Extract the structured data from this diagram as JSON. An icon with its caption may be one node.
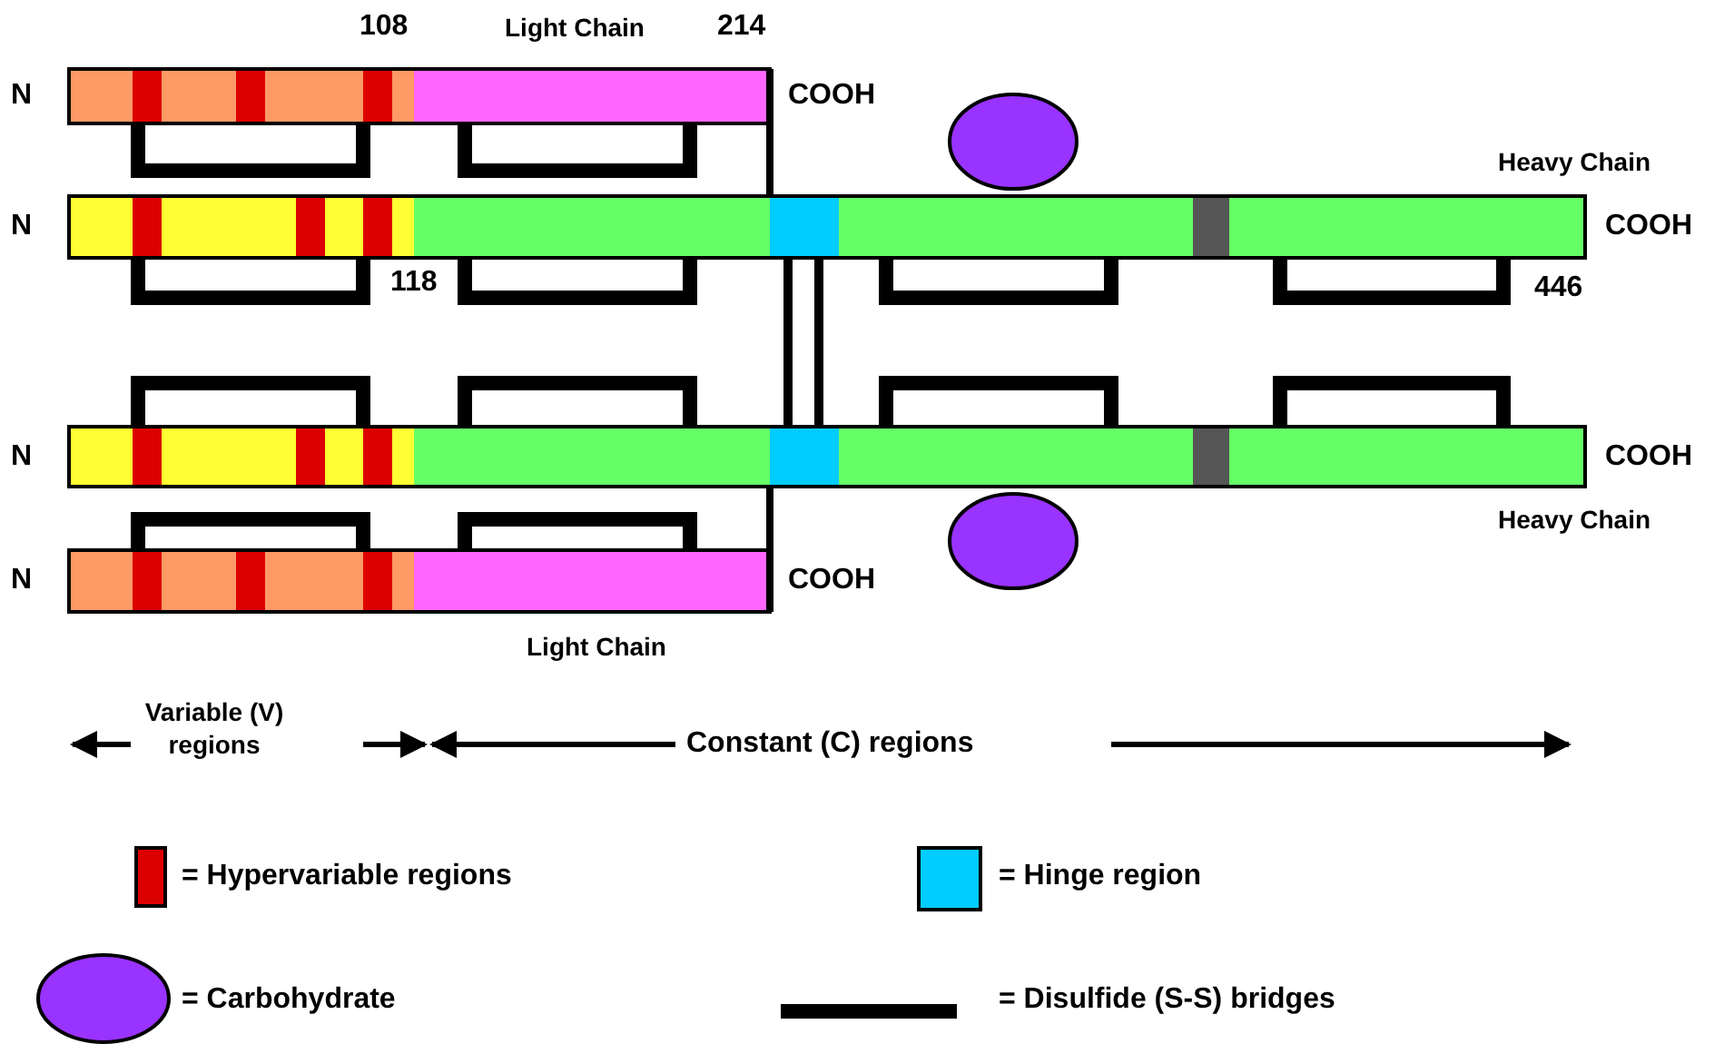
{
  "diagram": {
    "labels": [
      "108",
      "Light Chain",
      "214",
      "N",
      "COOH",
      "Heavy Chain",
      "N",
      "COOH",
      "118",
      "446",
      "N",
      "COOH",
      "Heavy Chain",
      "N",
      "COOH",
      "Light Chain",
      "Variable (V) regions",
      "Constant (C) regions"
    ],
    "legend": [
      {
        "text": "= Hypervariable  regions",
        "color": "#dd0000"
      },
      {
        "text": "= Hinge region",
        "color": "#00ccff"
      },
      {
        "text": "= Carbohydrate",
        "color": "#9933ff"
      },
      {
        "text": "= Disulfide (S-S) bridges"
      }
    ]
  }
}
